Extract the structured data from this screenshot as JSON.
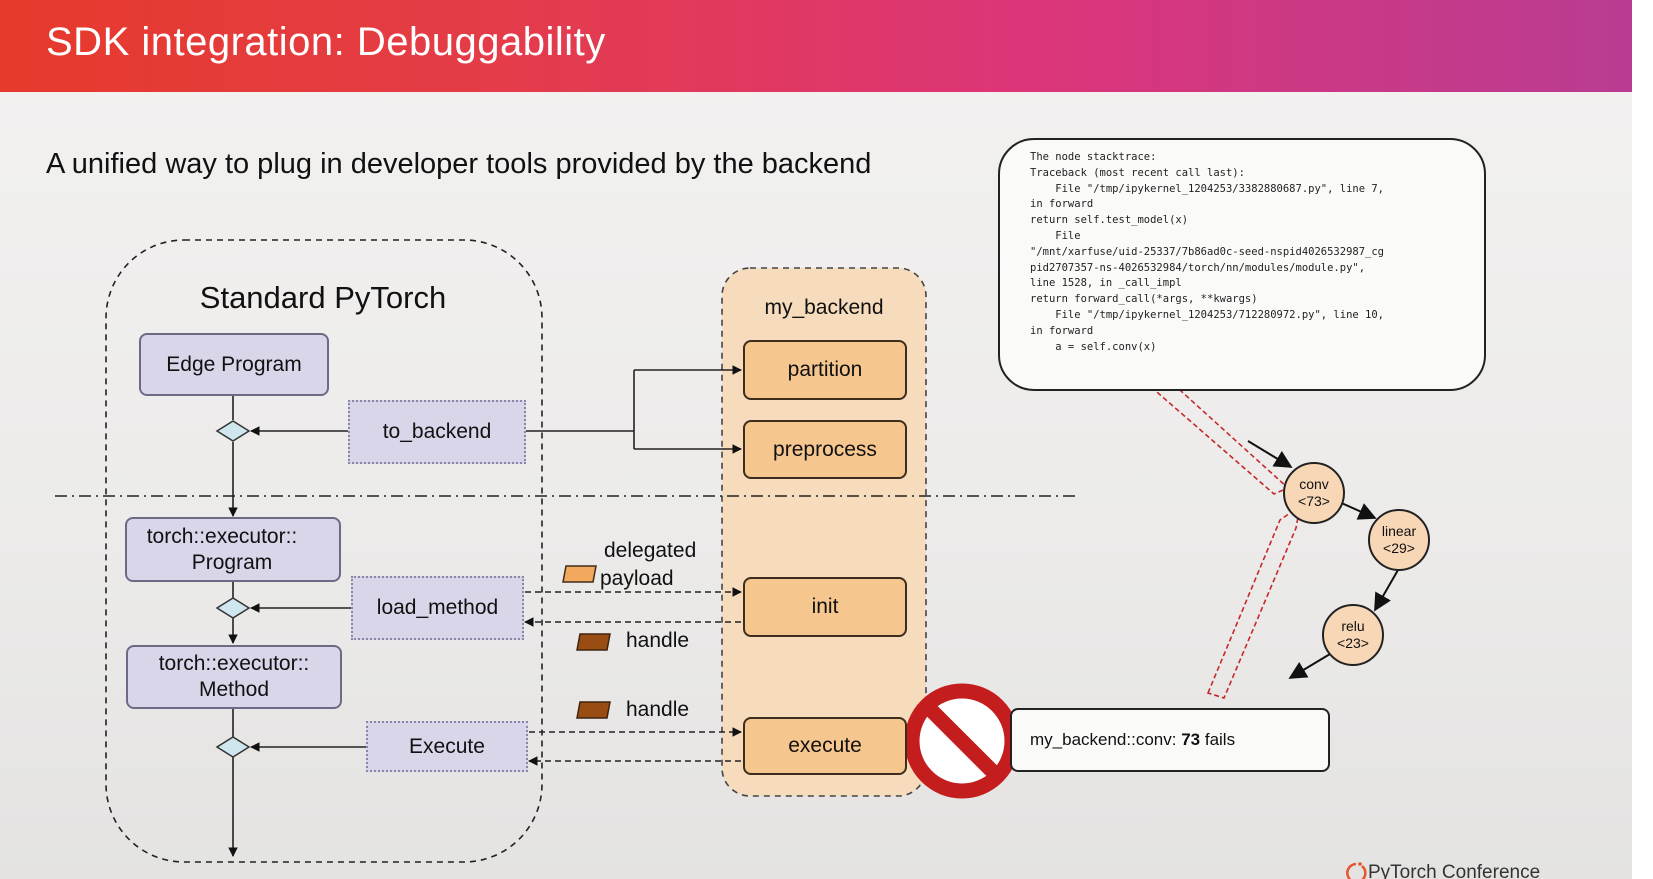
{
  "header": {
    "title": "SDK integration: Debuggability"
  },
  "subtitle": "A unified way to plug in developer tools provided by the backend",
  "standard": {
    "title": "Standard PyTorch",
    "edge_program": "Edge Program",
    "to_backend": "to_backend",
    "program_line1": "torch::executor::",
    "program_line2": "Program",
    "load_method": "load_method",
    "method_line1": "torch::executor::",
    "method_line2": "Method",
    "execute": "Execute"
  },
  "backend": {
    "title": "my_backend",
    "partition": "partition",
    "preprocess": "preprocess",
    "init": "init",
    "execute": "execute"
  },
  "payload": {
    "line1": "delegated",
    "line2": "payload"
  },
  "handle_labels": [
    "handle",
    "handle"
  ],
  "stacktrace": {
    "lines": [
      "The node stacktrace:",
      "Traceback (most recent call last):",
      "    File \"/tmp/ipykernel_1204253/3382880687.py\", line 7,",
      "in forward",
      "return self.test_model(x)",
      "    File",
      "\"/mnt/xarfuse/uid-25337/7b86ad0c-seed-nspid4026532987_cg",
      "pid2707357-ns-4026532984/torch/nn/modules/module.py\",",
      "line 1528, in _call_impl",
      "return forward_call(*args, **kwargs)",
      "    File \"/tmp/ipykernel_1204253/712280972.py\", line 10,",
      "in forward",
      "    a = self.conv(x)"
    ]
  },
  "graph": {
    "nodes": [
      {
        "name": "conv",
        "id": "<73>"
      },
      {
        "name": "linear",
        "id": "<29>"
      },
      {
        "name": "relu",
        "id": "<23>"
      }
    ]
  },
  "failure": {
    "prefix": "my_backend::conv: ",
    "id": "73",
    "suffix": " fails"
  },
  "footer": "PyTorch Conference",
  "colors": {
    "header_start": "#e63a2c",
    "header_end": "#b93c92",
    "standard_box": "#d9d6ea",
    "backend_box": "#f6c68f",
    "backend_container": "#f6dcbd",
    "handle": "#9a4d12",
    "payload": "#f2a95e",
    "stop_sign": "#c41d1d",
    "trace_link": "#c62828"
  },
  "icons": [
    "stop-icon",
    "payload-icon",
    "handle-icon",
    "pytorch-logo-icon"
  ]
}
